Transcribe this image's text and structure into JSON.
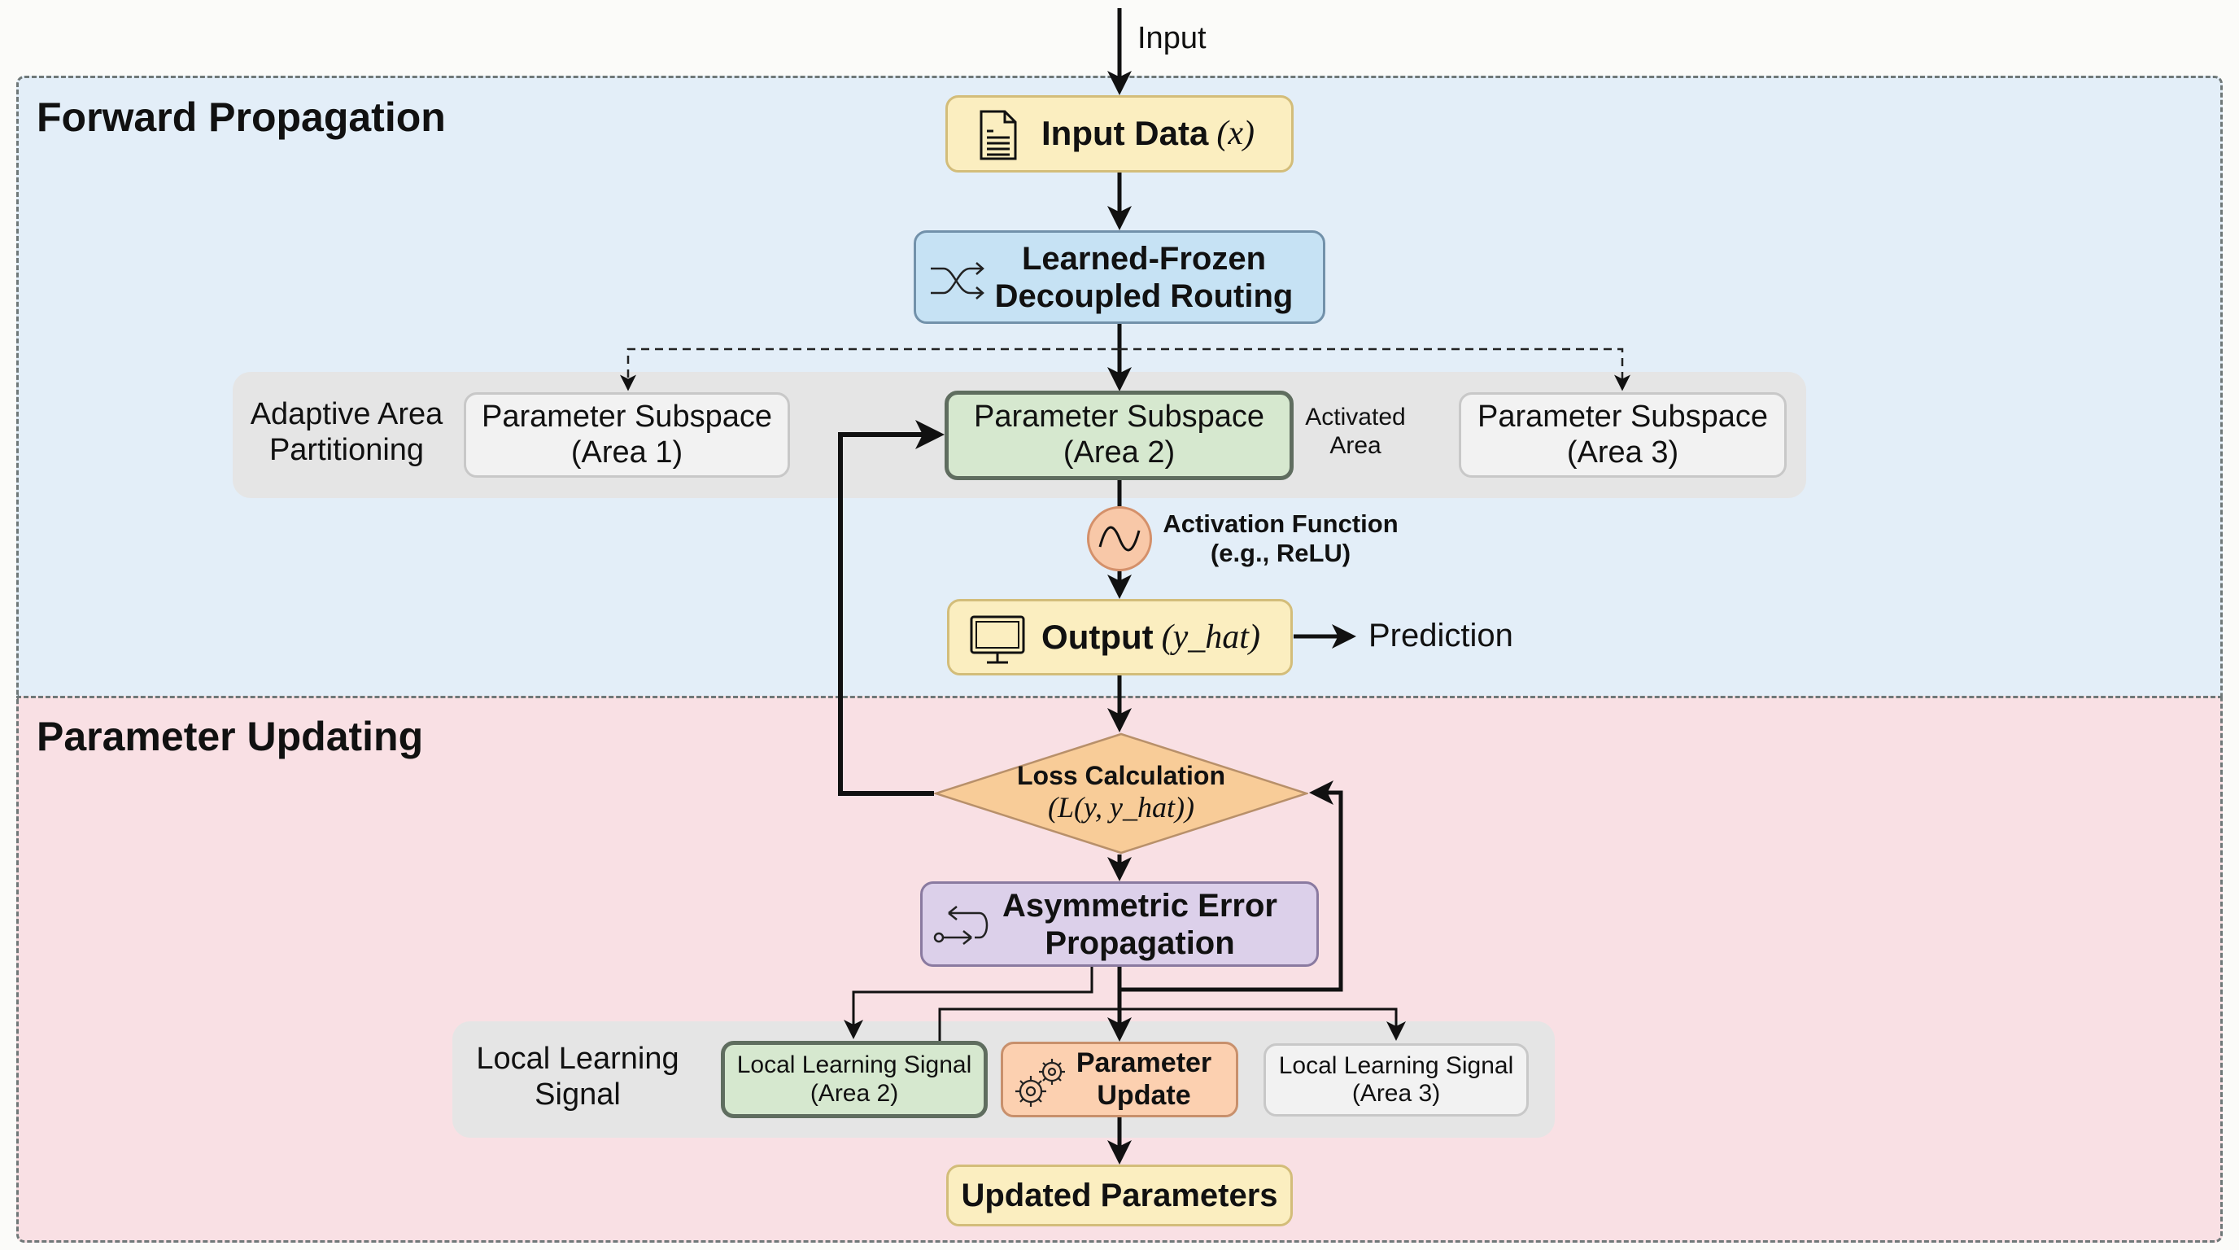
{
  "input_label": "Input",
  "sections": {
    "forward": {
      "title": "Forward Propagation"
    },
    "update": {
      "title": "Parameter Updating"
    }
  },
  "nodes": {
    "input_data": {
      "label": "Input Data",
      "math": "(x)",
      "icon": "document-icon"
    },
    "routing": {
      "line1": "Learned-Frozen",
      "line2": "Decoupled Routing",
      "icon": "shuffle-icon"
    },
    "partition_label": {
      "line1": "Adaptive Area",
      "line2": "Partitioning"
    },
    "area1": {
      "line1": "Parameter Subspace",
      "line2": "(Area 1)"
    },
    "area2": {
      "line1": "Parameter Subspace",
      "line2": "(Area 2)"
    },
    "activated_label": {
      "line1": "Activated",
      "line2": "Area"
    },
    "area3": {
      "line1": "Parameter Subspace",
      "line2": "(Area 3)"
    },
    "activation": {
      "line1": "Activation Function",
      "line2": "(e.g., ReLU)",
      "icon": "sine-wave-icon"
    },
    "output": {
      "label": "Output",
      "math": "(y_hat)",
      "icon": "monitor-icon"
    },
    "prediction": {
      "label": "Prediction"
    },
    "loss": {
      "line1": "Loss Calculation",
      "math": "(L(y, y_hat))"
    },
    "asymmetric": {
      "line1": "Asymmetric Error",
      "line2": "Propagation",
      "icon": "u-turn-arrows-icon"
    },
    "local_label": {
      "line1": "Local Learning",
      "line2": "Signal"
    },
    "lls_area2": {
      "line1": "Local Learning Signal",
      "line2": "(Area 2)"
    },
    "param_update": {
      "line1": "Parameter",
      "line2": "Update",
      "icon": "gears-icon"
    },
    "lls_area3": {
      "line1": "Local Learning Signal",
      "line2": "(Area 3)"
    },
    "updated_params": {
      "label": "Updated Parameters"
    }
  },
  "colors": {
    "forward_bg": "#e3eef8",
    "update_bg": "#f9e0e4",
    "yellow_node": "#fbeec0",
    "blue_node": "#c6e2f4",
    "green_node": "#d6e8cf",
    "purple_node": "#dcd0ea",
    "orange_node": "#fcd0b0",
    "grey_node": "#f2f2f2"
  }
}
